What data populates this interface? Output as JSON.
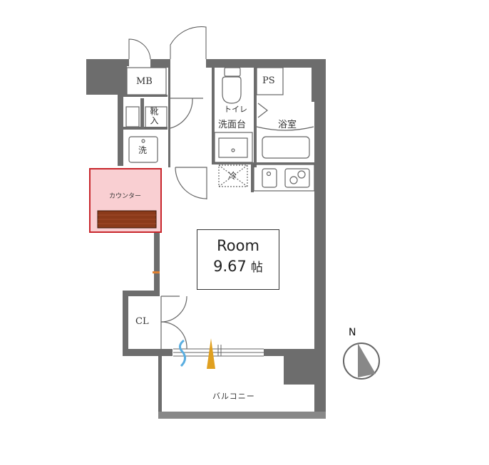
{
  "floorplan": {
    "rooms": {
      "mb": "MB",
      "ps": "PS",
      "toilet": "トイレ",
      "washbasin": "洗面台",
      "bath": "浴室",
      "shoe_storage": "靴入",
      "washer": "洗",
      "fridge": "冷",
      "counter": "カウンター",
      "closet": "CL",
      "balcony": "バルコニー"
    },
    "main_room": {
      "name": "Room",
      "size": "9.67",
      "unit": "帖"
    },
    "compass": {
      "label": "N"
    },
    "colors": {
      "wall": "#6d6d6d",
      "counter_highlight": "#f9cfd2",
      "counter_border": "#c8262c",
      "counter_wood": "#8b3a1a",
      "ac_icon": "#5aaee0",
      "light_icon": "#e0a020"
    }
  }
}
